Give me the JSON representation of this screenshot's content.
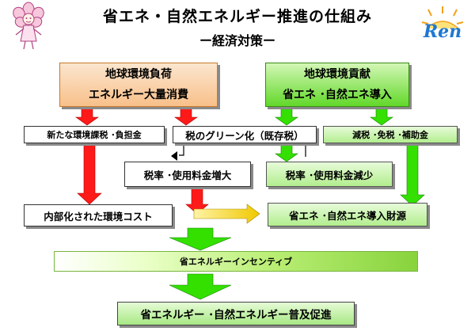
{
  "title": "省エネ・自然エネルギー推進の仕組み",
  "subtitle": "ー経済対策ー",
  "logo": {
    "text": "Ren",
    "color": "#1f78d1"
  },
  "boxes": {
    "load_line1": "地球環境負荷",
    "load_line2": "エネルギー大量消費",
    "contrib_line1": "地球環境貢献",
    "contrib_line2": "省エネ ･自然エネ導入",
    "new_tax": "新たな環境課税 ･負担金",
    "green_tax": "税のグリーン化（既存税）",
    "reduce_tax": "減税 ･免税 ･補助金",
    "rate_up": "税率 ･使用料金増大",
    "rate_down": "税率 ･使用料金減少",
    "internal_cost": "内部化された環境コスト",
    "funding": "省エネ ･自然エネ導入財源",
    "incentive": "省エネルギーインセンティブ",
    "promote": "省エネルギー ･自然エネルギー普及促進"
  },
  "colors": {
    "red_arrow": "#ff1a1a",
    "green_arrow": "#33e000",
    "yellow_arrow": "#f0c800",
    "orange_fill": "#f8c08a",
    "green_fill": "#62d82a"
  }
}
